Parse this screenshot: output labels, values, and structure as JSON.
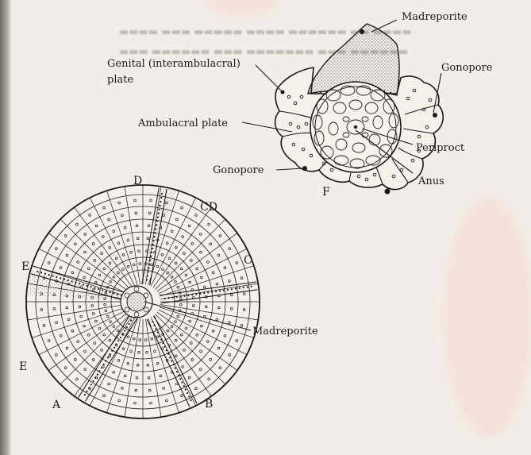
{
  "labels": {
    "madreporite_top": "Madreporite",
    "genital_line1": "Genital (interambulacral)",
    "genital_line2": "plate",
    "gonopore_right": "Gonopore",
    "ambulacral_plate": "Ambulacral plate",
    "periproct": "Periproct",
    "gonopore_left": "Gonopore",
    "anus": "Anus",
    "f_letter": "F",
    "d_letter": "D",
    "cd_letter": "CD",
    "c_letter": "C",
    "e_letter_upper": "E",
    "e_letter_lower": "E",
    "a_letter": "A",
    "b_letter": "B",
    "madreporite_bottom": "Madreporite"
  },
  "colors": {
    "paper": "#f2ede8",
    "ink": "#1a1a1a",
    "bleed_text": "#9a9189",
    "pink_stain": "#f8d8cc"
  }
}
